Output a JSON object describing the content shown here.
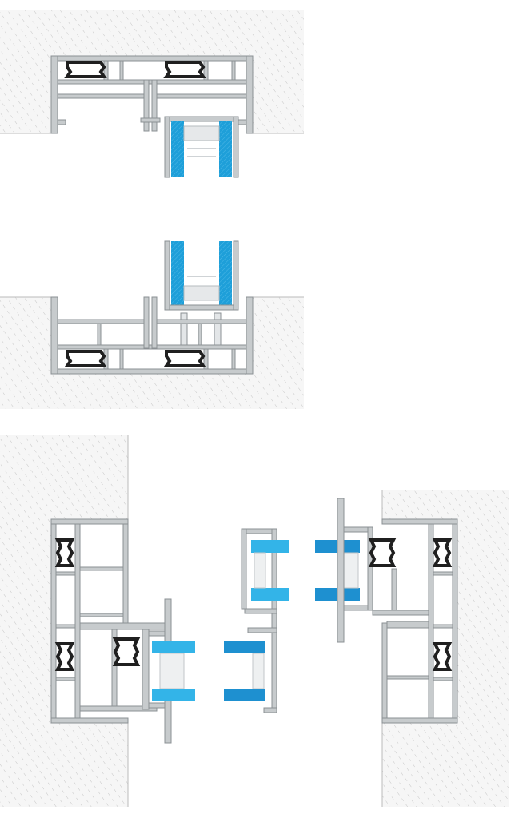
{
  "diagram": {
    "kind": "window-profile-cross-sections",
    "views": [
      {
        "id": "head-section",
        "description_visible_text": ""
      },
      {
        "id": "sill-section",
        "description_visible_text": ""
      },
      {
        "id": "jamb-section",
        "description_visible_text": ""
      }
    ]
  },
  "colors": {
    "background": "#ffffff",
    "wall_fill": "#f4f4f4",
    "wall_hatch": "#c9c9c9",
    "aluminum_fill": "#c7cbcd",
    "aluminum_stroke": "#8b9094",
    "aluminum_light": "#e3e6e8",
    "thermal_break": "#1f1f1f",
    "glass_blue": "#1e9fd9",
    "glass_blue_light": "#33b4e8",
    "glass_blue_dark": "#1384c4",
    "spacer": "#e6e8ea"
  }
}
